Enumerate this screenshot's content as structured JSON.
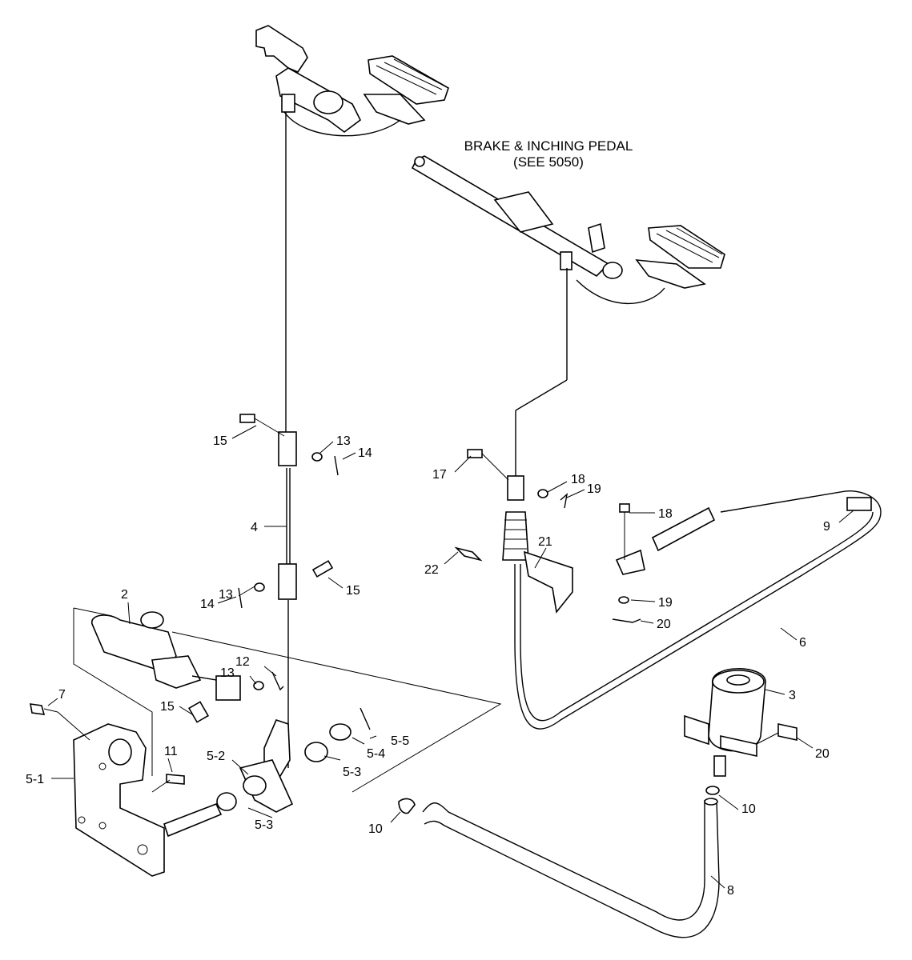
{
  "diagram": {
    "title_line1": "BRAKE & INCHING PEDAL",
    "title_line2": "(SEE 5050)",
    "callouts": [
      {
        "id": "c-2",
        "label": "2"
      },
      {
        "id": "c-3",
        "label": "3"
      },
      {
        "id": "c-4",
        "label": "4"
      },
      {
        "id": "c-5-1",
        "label": "5-1"
      },
      {
        "id": "c-5-2",
        "label": "5-2"
      },
      {
        "id": "c-5-3a",
        "label": "5-3"
      },
      {
        "id": "c-5-3b",
        "label": "5-3"
      },
      {
        "id": "c-5-4",
        "label": "5-4"
      },
      {
        "id": "c-5-5",
        "label": "5-5"
      },
      {
        "id": "c-6",
        "label": "6"
      },
      {
        "id": "c-7",
        "label": "7"
      },
      {
        "id": "c-8",
        "label": "8"
      },
      {
        "id": "c-9",
        "label": "9"
      },
      {
        "id": "c-10a",
        "label": "10"
      },
      {
        "id": "c-10b",
        "label": "10"
      },
      {
        "id": "c-11",
        "label": "11"
      },
      {
        "id": "c-12",
        "label": "12"
      },
      {
        "id": "c-13a",
        "label": "13"
      },
      {
        "id": "c-13b",
        "label": "13"
      },
      {
        "id": "c-13c",
        "label": "13"
      },
      {
        "id": "c-14a",
        "label": "14"
      },
      {
        "id": "c-14b",
        "label": "14"
      },
      {
        "id": "c-15a",
        "label": "15"
      },
      {
        "id": "c-15b",
        "label": "15"
      },
      {
        "id": "c-15c",
        "label": "15"
      },
      {
        "id": "c-17",
        "label": "17"
      },
      {
        "id": "c-18a",
        "label": "18"
      },
      {
        "id": "c-18b",
        "label": "18"
      },
      {
        "id": "c-19a",
        "label": "19"
      },
      {
        "id": "c-19b",
        "label": "19"
      },
      {
        "id": "c-20a",
        "label": "20"
      },
      {
        "id": "c-20b",
        "label": "20"
      },
      {
        "id": "c-21",
        "label": "21"
      },
      {
        "id": "c-22",
        "label": "22"
      }
    ]
  }
}
